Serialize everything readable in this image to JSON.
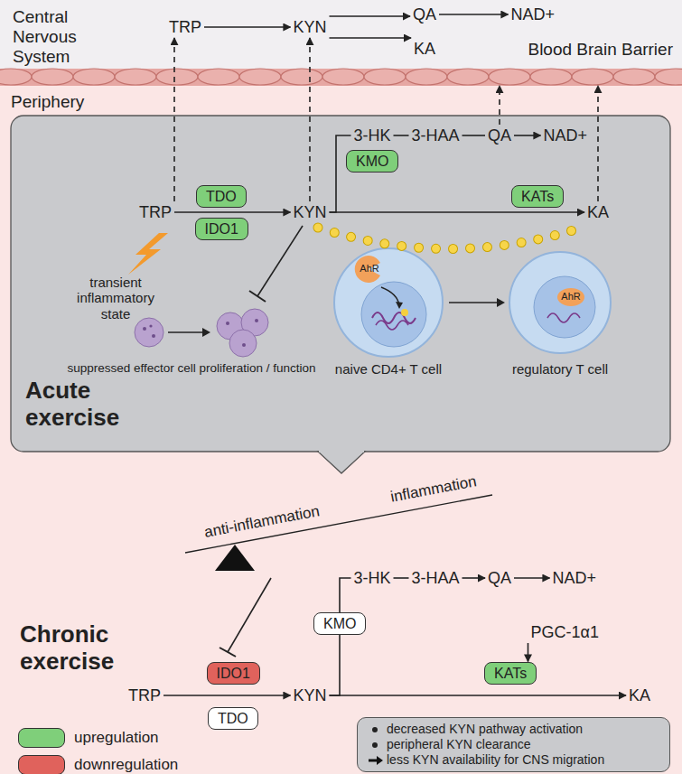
{
  "diagram": {
    "nodes": [
      {
        "text": [
          "Central Nervous System"
        ]
      },
      {
        "text": [
          "TRP"
        ],
        "in": 0
      },
      {
        "text": [
          "KYN"
        ],
        "in": 0
      },
      {
        "text": [
          "QA"
        ],
        "in": 0
      },
      {
        "text": [
          "NAD+"
        ],
        "in": 0
      },
      {
        "text": [
          "KA"
        ],
        "in": 0
      },
      {
        "text": [
          "Blood Brain Barrier"
        ]
      },
      {
        "text": [
          "Acute exercise"
        ]
      },
      {
        "text": [
          "TRP"
        ],
        "in": 7
      },
      {
        "text": [
          "TDO"
        ],
        "in": 7
      },
      {
        "text": [
          "IDO1"
        ],
        "in": 7
      },
      {
        "text": [
          "KYN"
        ],
        "in": 7
      },
      {
        "text": [
          "KMO"
        ],
        "in": 7
      },
      {
        "text": [
          "3-HK"
        ],
        "in": 7
      },
      {
        "text": [
          "3-HAA"
        ],
        "in": 7
      },
      {
        "text": [
          "QA"
        ],
        "in": 7
      },
      {
        "text": [
          "NAD+"
        ],
        "in": 7
      },
      {
        "text": [
          "KATs"
        ],
        "in": 7
      },
      {
        "text": [
          "KA"
        ],
        "in": 7
      },
      {
        "text": [
          "TRP"
        ]
      },
      {
        "text": [
          "IDO1"
        ]
      },
      {
        "text": [
          "TDO"
        ]
      },
      {
        "text": [
          "KYN"
        ]
      },
      {
        "text": [
          "KMO"
        ]
      },
      {
        "text": [
          "3-HK"
        ]
      },
      {
        "text": [
          "3-HAA"
        ]
      },
      {
        "text": [
          "QA"
        ]
      },
      {
        "text": [
          "NAD+"
        ]
      },
      {
        "text": [
          "PGC-1α1"
        ]
      },
      {
        "text": [
          "KATs"
        ]
      },
      {
        "text": [
          "KA"
        ]
      },
      {
        "text": [
          "decreased KYN pathway activation",
          "peripheral KYN clearance",
          "less KYN availability for CNS migration"
        ]
      }
    ],
    "edges": [
      {
        "from": 1,
        "to": 2,
        "arrow": "to"
      },
      {
        "from": 2,
        "to": 3,
        "arrow": "to"
      },
      {
        "from": 2,
        "to": 5,
        "arrow": "to"
      },
      {
        "from": 3,
        "to": 4,
        "arrow": "to"
      },
      {
        "from": 8,
        "to": 1,
        "arrow": "to"
      },
      {
        "from": 11,
        "to": 2,
        "arrow": "to"
      },
      {
        "from": 15,
        "to": 6,
        "arrow": "to"
      },
      {
        "from": 18,
        "to": 6,
        "arrow": "to"
      },
      {
        "from": 8,
        "to": 11,
        "arrow": "to"
      },
      {
        "from": 11,
        "to": 13,
        "arrow": "none"
      },
      {
        "from": 13,
        "to": 14,
        "arrow": "none"
      },
      {
        "from": 14,
        "to": 15,
        "arrow": "none"
      },
      {
        "from": 15,
        "to": 16,
        "arrow": "to"
      },
      {
        "from": 11,
        "to": 18,
        "arrow": "to"
      },
      {
        "from": 19,
        "to": 22,
        "arrow": "to"
      },
      {
        "from": 22,
        "to": 24,
        "arrow": "none"
      },
      {
        "from": 24,
        "to": 25,
        "arrow": "none"
      },
      {
        "from": 25,
        "to": 26,
        "arrow": "to"
      },
      {
        "from": 26,
        "to": 27,
        "arrow": "to"
      },
      {
        "from": 28,
        "to": 29,
        "arrow": "to"
      },
      {
        "from": 22,
        "to": 30,
        "arrow": "to"
      }
    ],
    "labels": [
      "Periphery",
      "transient inflammatory state",
      "suppressed effector cell proliferation / function",
      "naive CD4+ T cell",
      "regulatory T cell",
      "AhR",
      "AhR",
      "anti-inflammation",
      "inflammation",
      "Chronic exercise"
    ],
    "legend": [
      {
        "text": "upregulation",
        "color": "#7fcf7a"
      },
      {
        "text": "downregulation",
        "color": "#e0625c"
      }
    ]
  }
}
